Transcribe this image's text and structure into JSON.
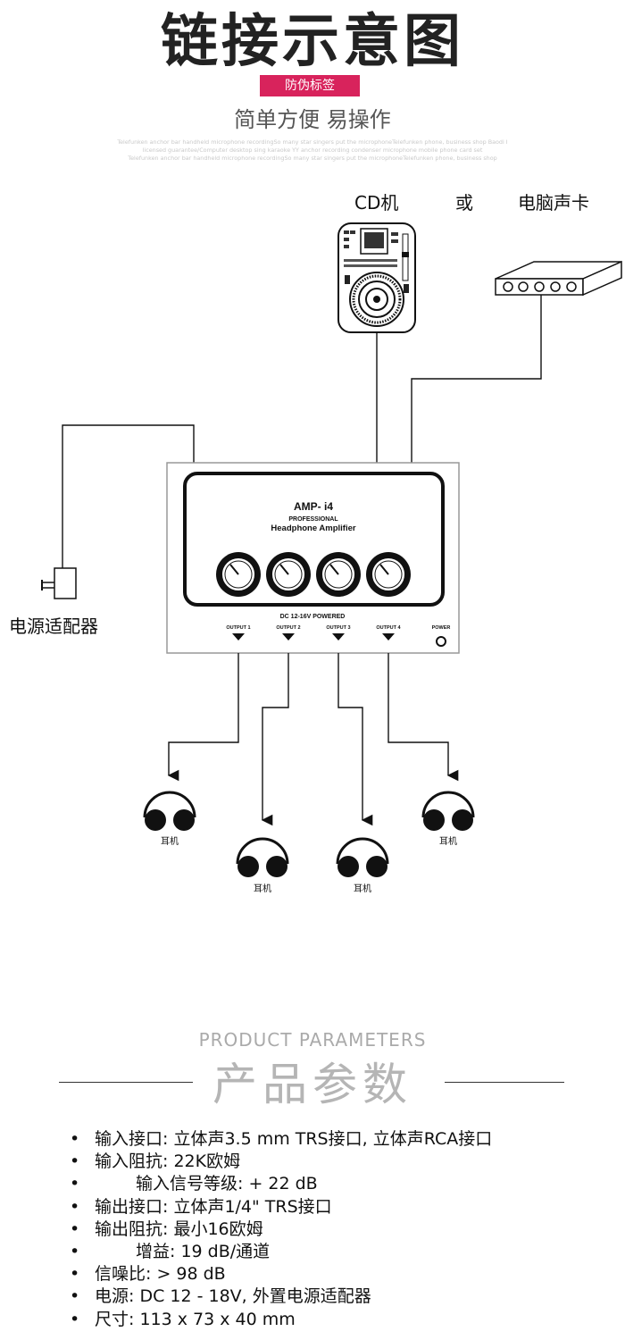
{
  "header": {
    "title": "链接示意图",
    "badge": "防伪标签",
    "tagline": "简单方便 易操作",
    "fine_print": [
      "Telefunken anchor bar handheld microphone recordingSo many star singers put the microphoneTelefunken phone, business shop Baodi I",
      "licensed guarantee/Computer desktop sing karaoke YY anchor recording condenser microphone mobile phone card set",
      "Telefunken anchor bar handheld microphone recordingSo many star singers put the microphoneTelefunken phone, business shop"
    ]
  },
  "diagram": {
    "sources": {
      "cd": "CD机",
      "or": "或",
      "soundcard": "电脑声卡"
    },
    "adapter_label": "电源适配器",
    "device": {
      "model": "AMP- i4",
      "line1": "PROFESSIONAL",
      "line2": "Headphone Amplifier",
      "power_text": "DC 12-16V   POWERED",
      "outputs": [
        "OUTPUT 1",
        "OUTPUT 2",
        "OUTPUT 3",
        "OUTPUT 4"
      ],
      "power_label": "POWER"
    },
    "headphone_labels": [
      "耳机",
      "耳机",
      "耳机",
      "耳机"
    ]
  },
  "params": {
    "heading_en": "PRODUCT PARAMETERS",
    "heading_cn": "产品参数",
    "bullet": "•",
    "specs": [
      {
        "text": "输入接口: 立体声3.5 mm TRS接口, 立体声RCA接口",
        "indent": false
      },
      {
        "text": "输入阻抗: 22K欧姆",
        "indent": false
      },
      {
        "text": "输入信号等级: + 22 dB",
        "indent": true
      },
      {
        "text": "输出接口: 立体声1/4\" TRS接口",
        "indent": false
      },
      {
        "text": "输出阻抗: 最小16欧姆",
        "indent": false
      },
      {
        "text": "增益: 19 dB/通道",
        "indent": true
      },
      {
        "text": "信噪比: > 98 dB",
        "indent": false
      },
      {
        "text": "电源: DC 12 - 18V, 外置电源适配器",
        "indent": false
      },
      {
        "text": "尺寸: 113 x 73 x 40 mm",
        "indent": false
      }
    ]
  }
}
